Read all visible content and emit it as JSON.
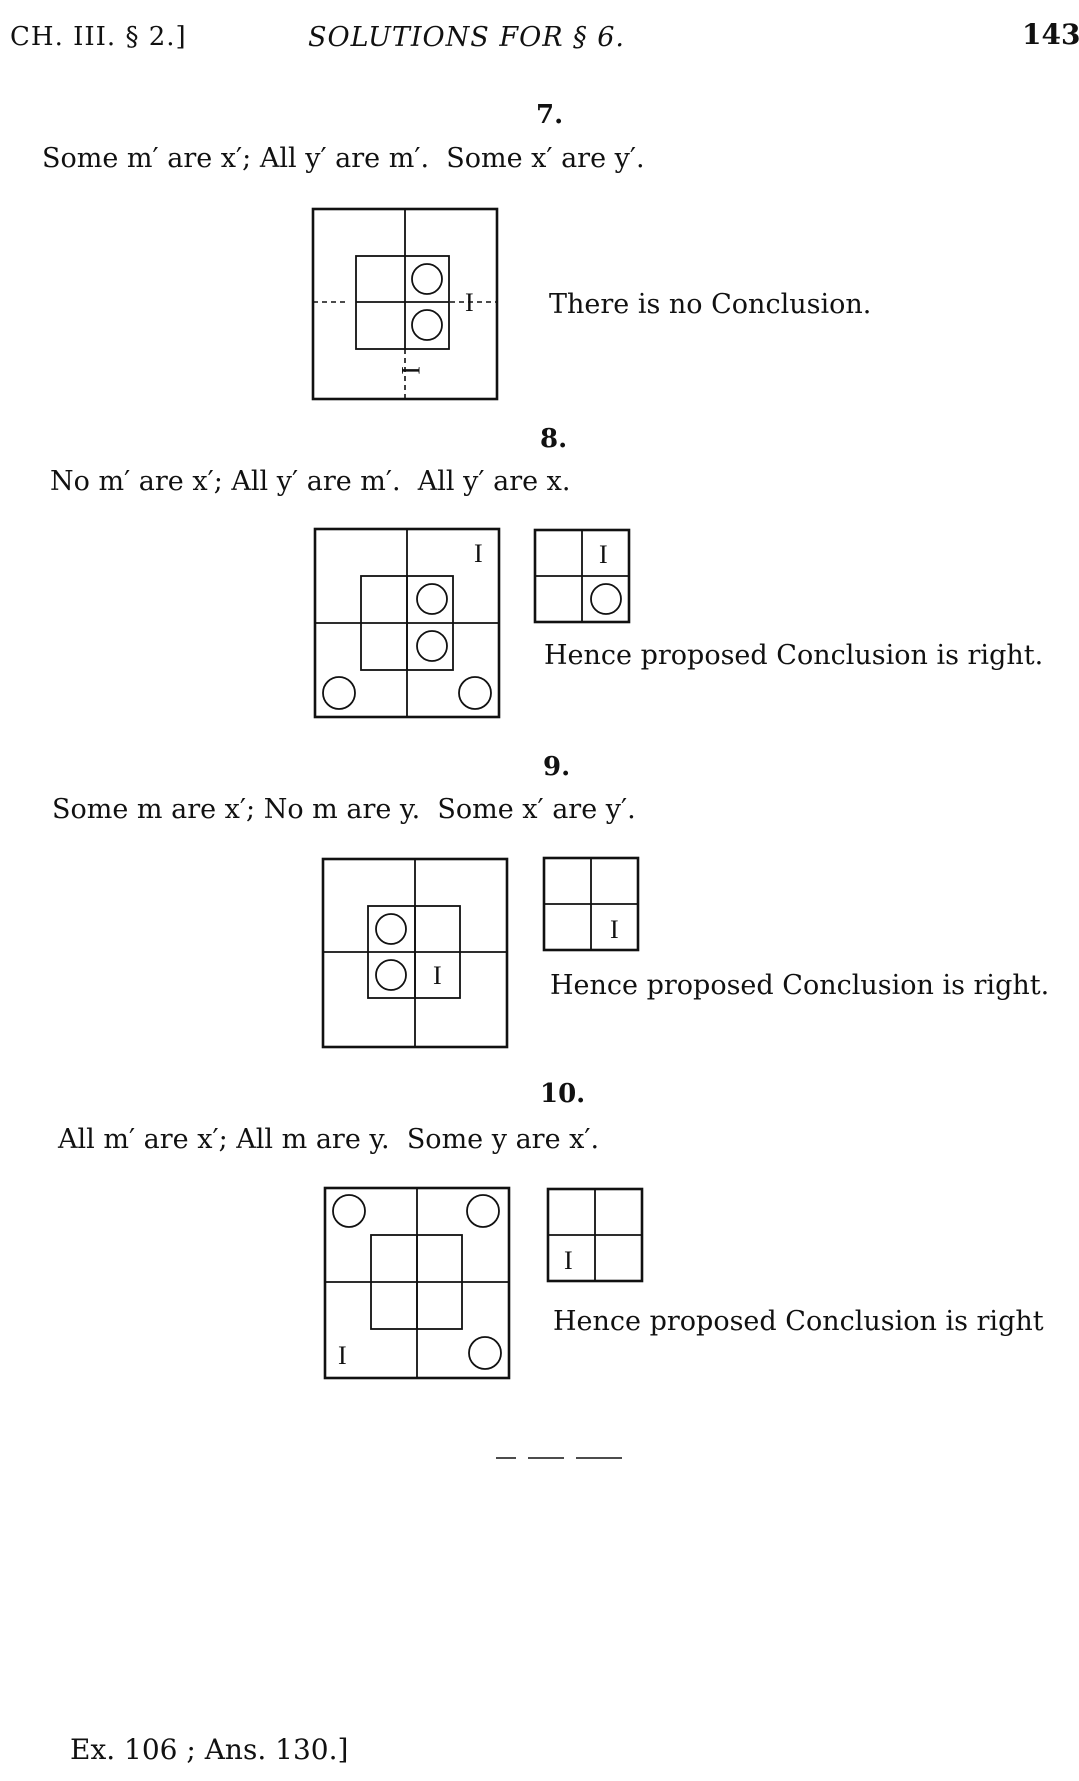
{
  "header": {
    "left": "CH. III. § 2.]",
    "center": "SOLUTIONS FOR § 6.",
    "page": "143"
  },
  "problems": [
    {
      "number": "7.",
      "premise1": "Some m′ are x′;",
      "premise2": "All y′ are m′.",
      "conclusion": "Some x′ are y′.",
      "result": "There is no Conclusion.",
      "big_marks": [
        "O",
        "O",
        "I",
        "I"
      ],
      "small_marks": []
    },
    {
      "number": "8.",
      "premise1": "No m′ are x′;",
      "premise2": "All y′ are m′.",
      "conclusion": "All y′ are x.",
      "result": "Hence proposed Conclusion is right.",
      "big_marks": [
        "I",
        "O",
        "O",
        "O",
        "O"
      ],
      "small_marks": [
        "I",
        "O"
      ]
    },
    {
      "number": "9.",
      "premise1": "Some m are x′;",
      "premise2": "No m are y.",
      "conclusion": "Some x′ are y′.",
      "result": "Hence proposed Conclusion is right.",
      "big_marks": [
        "O",
        "O",
        "I"
      ],
      "small_marks": [
        "I"
      ]
    },
    {
      "number": "10.",
      "premise1": "All m′ are x′;",
      "premise2": "All m are y.",
      "conclusion": "Some y are x′.",
      "result": "Hence proposed Conclusion is right",
      "big_marks": [
        "O",
        "O",
        "I",
        "O"
      ],
      "small_marks": [
        "I"
      ]
    }
  ],
  "footer": "Ex. 106 ; Ans. 130.]"
}
